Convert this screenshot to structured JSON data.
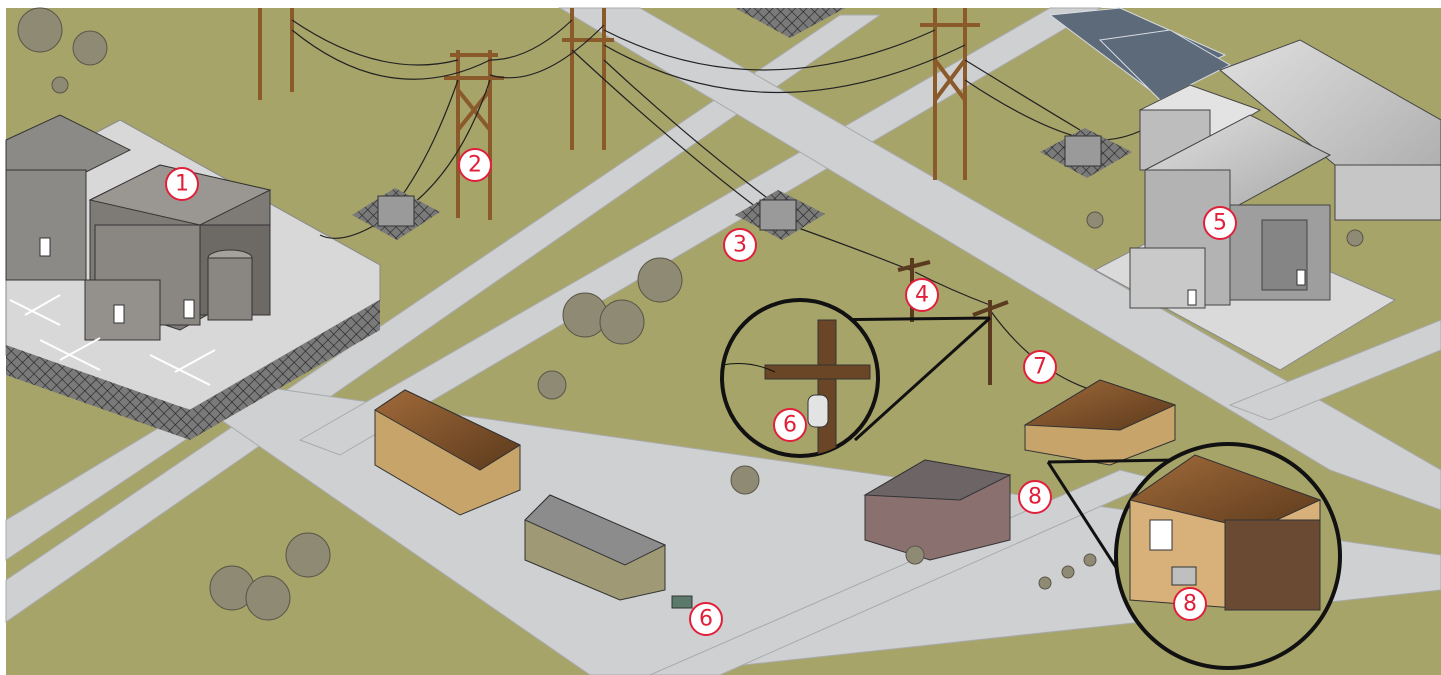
{
  "diagram": {
    "callouts": [
      {
        "id": "c1",
        "label": "1"
      },
      {
        "id": "c2",
        "label": "2"
      },
      {
        "id": "c3",
        "label": "3"
      },
      {
        "id": "c4",
        "label": "4"
      },
      {
        "id": "c5",
        "label": "5"
      },
      {
        "id": "c6a",
        "label": "6"
      },
      {
        "id": "c6b",
        "label": "6"
      },
      {
        "id": "c7",
        "label": "7"
      },
      {
        "id": "c8a",
        "label": "8"
      },
      {
        "id": "c8b",
        "label": "8"
      }
    ]
  },
  "colors": {
    "ground": "#a7a46a",
    "road": "#cfd0d2",
    "callout_text": "#e0203a",
    "wood": "#8b5a2b",
    "power_line": "#222222"
  }
}
